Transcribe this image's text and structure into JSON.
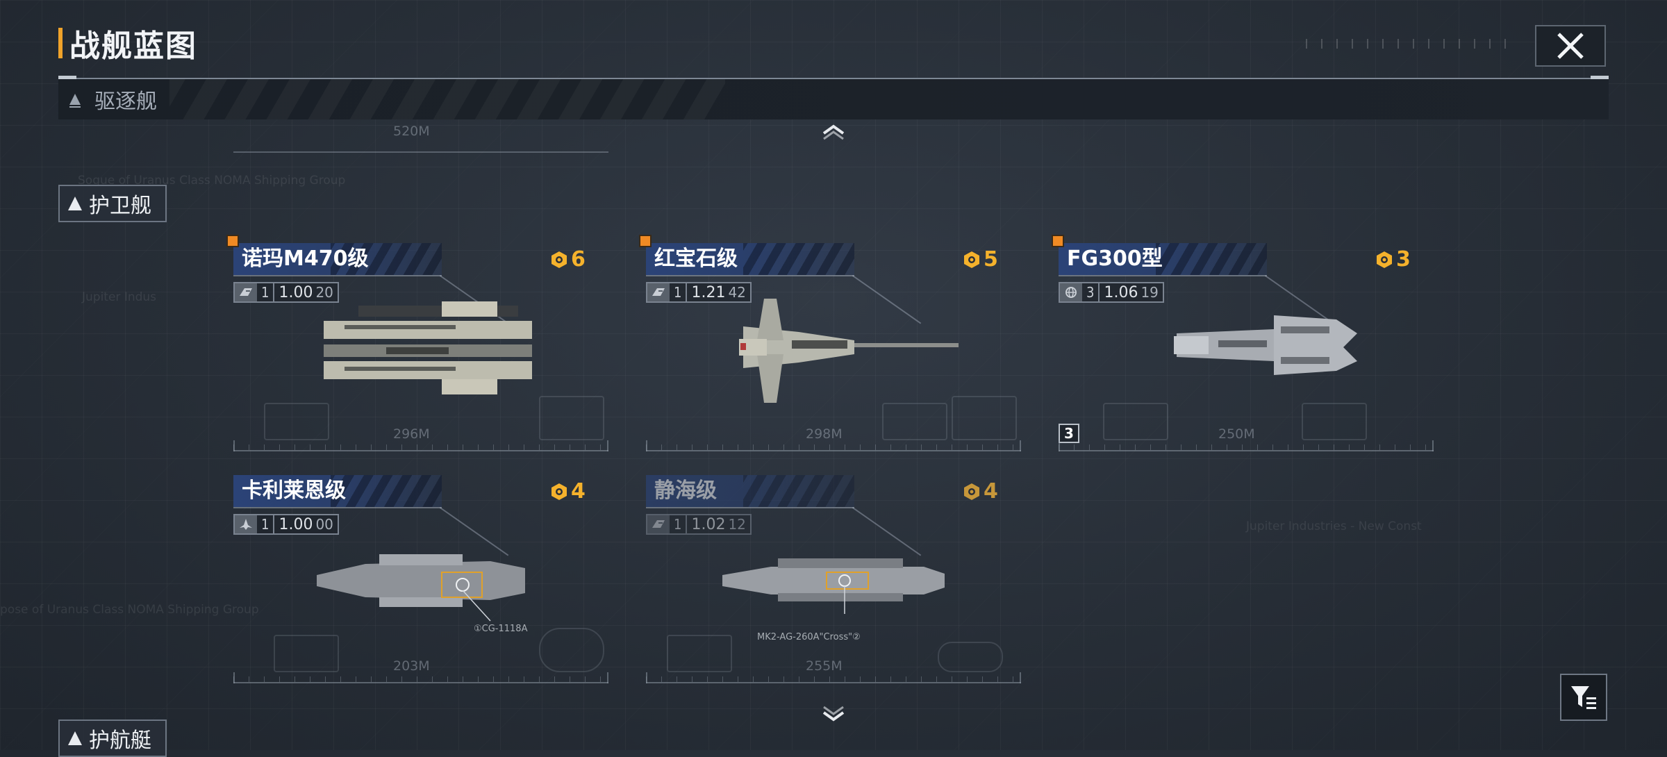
{
  "header": {
    "title": "战舰蓝图"
  },
  "categories": {
    "destroyer": "驱逐舰",
    "frigate": "护卫舰",
    "escort": "护航艇"
  },
  "ships": [
    {
      "name": "诺玛M470级",
      "cost": "6",
      "tier": "1",
      "command": "1.00",
      "points": "20",
      "length": "296M",
      "is_new": true,
      "emblem": "faction-emblem"
    },
    {
      "name": "红宝石级",
      "cost": "5",
      "tier": "1",
      "command": "1.21",
      "points": "42",
      "length": "298M",
      "is_new": true,
      "emblem": "faction-emblem"
    },
    {
      "name": "FG300型",
      "cost": "3",
      "tier": "3",
      "command": "1.06",
      "points": "19",
      "length": "250M",
      "is_new": true,
      "count": "3",
      "emblem": "globe-emblem"
    },
    {
      "name": "卡利莱恩级",
      "cost": "4",
      "tier": "1",
      "command": "1.00",
      "points": "00",
      "length": "203M",
      "is_new": false,
      "emblem": "fighter-emblem"
    },
    {
      "name": "静海级",
      "cost": "4",
      "tier": "1",
      "command": "1.02",
      "points": "12",
      "length": "255M",
      "is_new": false,
      "locked": true,
      "emblem": "faction-emblem"
    }
  ],
  "annotations": {
    "top_length": "520M",
    "callout_1": "①CG-1118A",
    "callout_2": "MK2-AG-260A\"Cross\"②"
  },
  "ghost_texts": {
    "t1": "Sogue of Uranus Class NOMA Shipping Group",
    "t2": "Jupiter Indus",
    "t3": "Jupiter Industries - New Const",
    "t4": "pose of Uranus Class NOMA Shipping Group"
  },
  "colors": {
    "accent": "#f0a32a",
    "cost": "#f5b22c",
    "banner": "#2b4377",
    "new_mark": "#f08a24"
  }
}
